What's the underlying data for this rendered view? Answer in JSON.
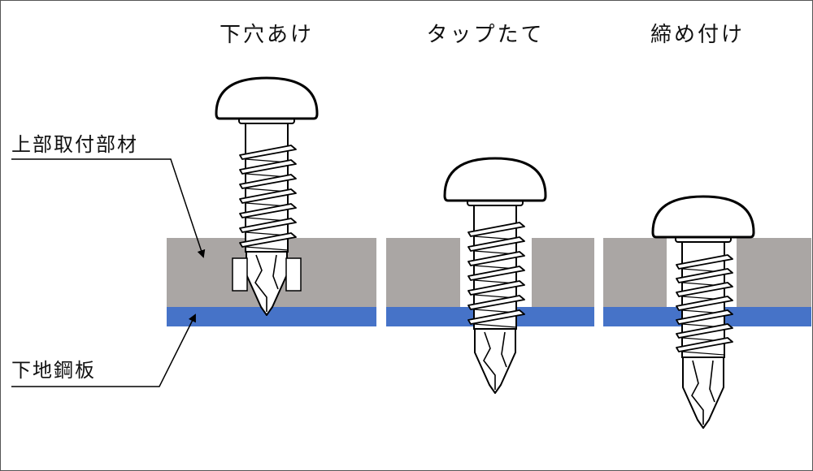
{
  "stages": [
    {
      "id": "drilling",
      "label": "下穴あけ"
    },
    {
      "id": "tapping",
      "label": "タップたて"
    },
    {
      "id": "fastening",
      "label": "締め付け"
    }
  ],
  "labels": {
    "upper_member": "上部取付部材",
    "base_steel": "下地鋼板"
  },
  "colors": {
    "upper_member": "#aaa6a4",
    "base_steel": "#4673c8",
    "outline": "#000000",
    "screw_fill": "#ffffff"
  }
}
